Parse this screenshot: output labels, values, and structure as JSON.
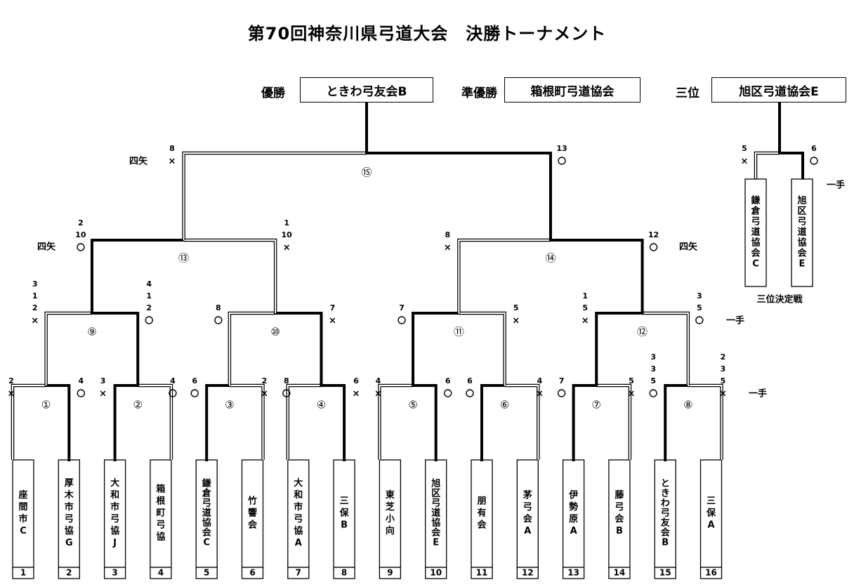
{
  "title": "第70回神奈川県弓道大会　決勝トーナメント",
  "results": {
    "winner_label": "優勝",
    "winner": "ときわ弓友会B",
    "runnerup_label": "準優勝",
    "runnerup": "箱根町弓道協会",
    "third_label": "三位",
    "third": "旭区弓道協会E"
  },
  "teams": [
    {
      "no": "1",
      "name": "座間市C"
    },
    {
      "no": "2",
      "name": "厚木市弓協G"
    },
    {
      "no": "3",
      "name": "大和市弓協J"
    },
    {
      "no": "4",
      "name": "箱根町弓協"
    },
    {
      "no": "5",
      "name": "鎌倉弓道協会C"
    },
    {
      "no": "6",
      "name": "竹響会"
    },
    {
      "no": "7",
      "name": "大和市弓協A"
    },
    {
      "no": "8",
      "name": "三保B"
    },
    {
      "no": "9",
      "name": "東芝小向"
    },
    {
      "no": "10",
      "name": "旭区弓道協会E"
    },
    {
      "no": "11",
      "name": "朋有会"
    },
    {
      "no": "12",
      "name": "茅弓会A"
    },
    {
      "no": "13",
      "name": "伊勢原A"
    },
    {
      "no": "14",
      "name": "藤弓会B"
    },
    {
      "no": "15",
      "name": "ときわ弓友会B"
    },
    {
      "no": "16",
      "name": "三保A"
    }
  ],
  "match_ids": [
    "①",
    "②",
    "③",
    "④",
    "⑤",
    "⑥",
    "⑦",
    "⑧",
    "⑨",
    "⑩",
    "⑪",
    "⑫",
    "⑬",
    "⑭",
    "⑮"
  ],
  "scores": {
    "r1": [
      {
        "l": [
          "2"
        ],
        "lm": "×",
        "r": [
          "4"
        ],
        "rm": "○"
      },
      {
        "l": [
          "3"
        ],
        "lm": "×",
        "r": [
          "4"
        ],
        "rm": "○"
      },
      {
        "l": [
          "6"
        ],
        "lm": "○",
        "r": [
          "2"
        ],
        "rm": "×"
      },
      {
        "l": [
          "8"
        ],
        "lm": "○",
        "r": [
          "6"
        ],
        "rm": "×"
      },
      {
        "l": [
          "4"
        ],
        "lm": "×",
        "r": [
          "6"
        ],
        "rm": "○"
      },
      {
        "l": [
          "6"
        ],
        "lm": "○",
        "r": [
          "4"
        ],
        "rm": "×"
      },
      {
        "l": [
          "7"
        ],
        "lm": "○",
        "r": [
          "5"
        ],
        "rm": "×"
      },
      {
        "l": [
          "3",
          "3",
          "5"
        ],
        "lm": "○",
        "r": [
          "2",
          "3",
          "5"
        ],
        "rm": "×"
      }
    ],
    "r2": [
      {
        "l": [
          "3",
          "1",
          "2"
        ],
        "lm": "×",
        "r": [
          "4",
          "1",
          "2"
        ],
        "rm": "○"
      },
      {
        "l": [
          "8"
        ],
        "lm": "○",
        "r": [
          "7"
        ],
        "rm": "×"
      },
      {
        "l": [
          "7"
        ],
        "lm": "○",
        "r": [
          "5"
        ],
        "rm": "×"
      },
      {
        "l": [
          "1",
          "5"
        ],
        "lm": "×",
        "r": [
          "3",
          "5"
        ],
        "rm": "○"
      }
    ],
    "r3": [
      {
        "l": [
          "2",
          "10"
        ],
        "lm": "○",
        "r": [
          "1",
          "10"
        ],
        "rm": "×"
      },
      {
        "l": [
          "8"
        ],
        "lm": "×",
        "r": [
          "12"
        ],
        "rm": "○"
      }
    ],
    "final": {
      "l": [
        "8"
      ],
      "lm": "×",
      "r": [
        "13"
      ],
      "rm": "○"
    },
    "third": {
      "l": [
        "5"
      ],
      "lm": "×",
      "r": [
        "6"
      ],
      "rm": "○"
    }
  },
  "notes": {
    "yon_ya": "四矢",
    "itte": "一手",
    "third_playoff": "三位決定戦"
  },
  "third_playoff_teams": [
    {
      "name": "鎌倉弓道協会C"
    },
    {
      "name": "旭区弓道協会E"
    }
  ]
}
